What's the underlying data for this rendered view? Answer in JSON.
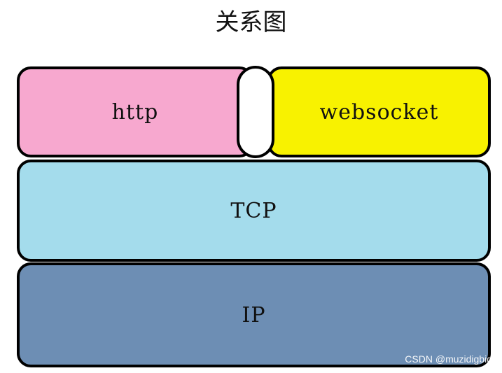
{
  "title": "关系图",
  "layers": {
    "http": {
      "label": "http",
      "color": "#f7a8cf"
    },
    "websocket": {
      "label": "websocket",
      "color": "#f8f200"
    },
    "tcp": {
      "label": "TCP",
      "color": "#a4dcec"
    },
    "ip": {
      "label": "IP",
      "color": "#6d8eb4"
    }
  },
  "watermark": "CSDN @muzidigbig"
}
